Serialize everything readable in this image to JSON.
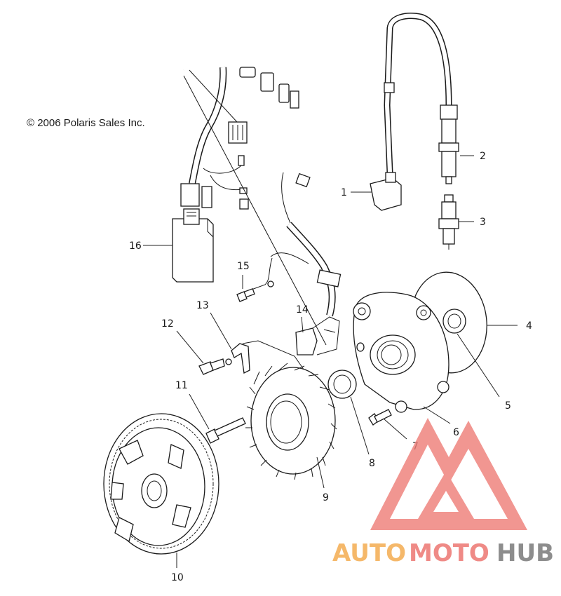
{
  "copyright": "© 2006 Polaris Sales Inc.",
  "part_numbers": [
    "1",
    "2",
    "3",
    "4",
    "5",
    "6",
    "7",
    "8",
    "9",
    "10",
    "11",
    "12",
    "13",
    "14",
    "15",
    "16"
  ],
  "watermark": {
    "part_a": "AUTO",
    "part_b": "MOTO",
    "part_c": "HUB",
    "colors": {
      "auto": "#f5b86a",
      "moto": "#ef8a86",
      "hub": "#8d8d8d",
      "logo": "#ef7f7a"
    }
  }
}
